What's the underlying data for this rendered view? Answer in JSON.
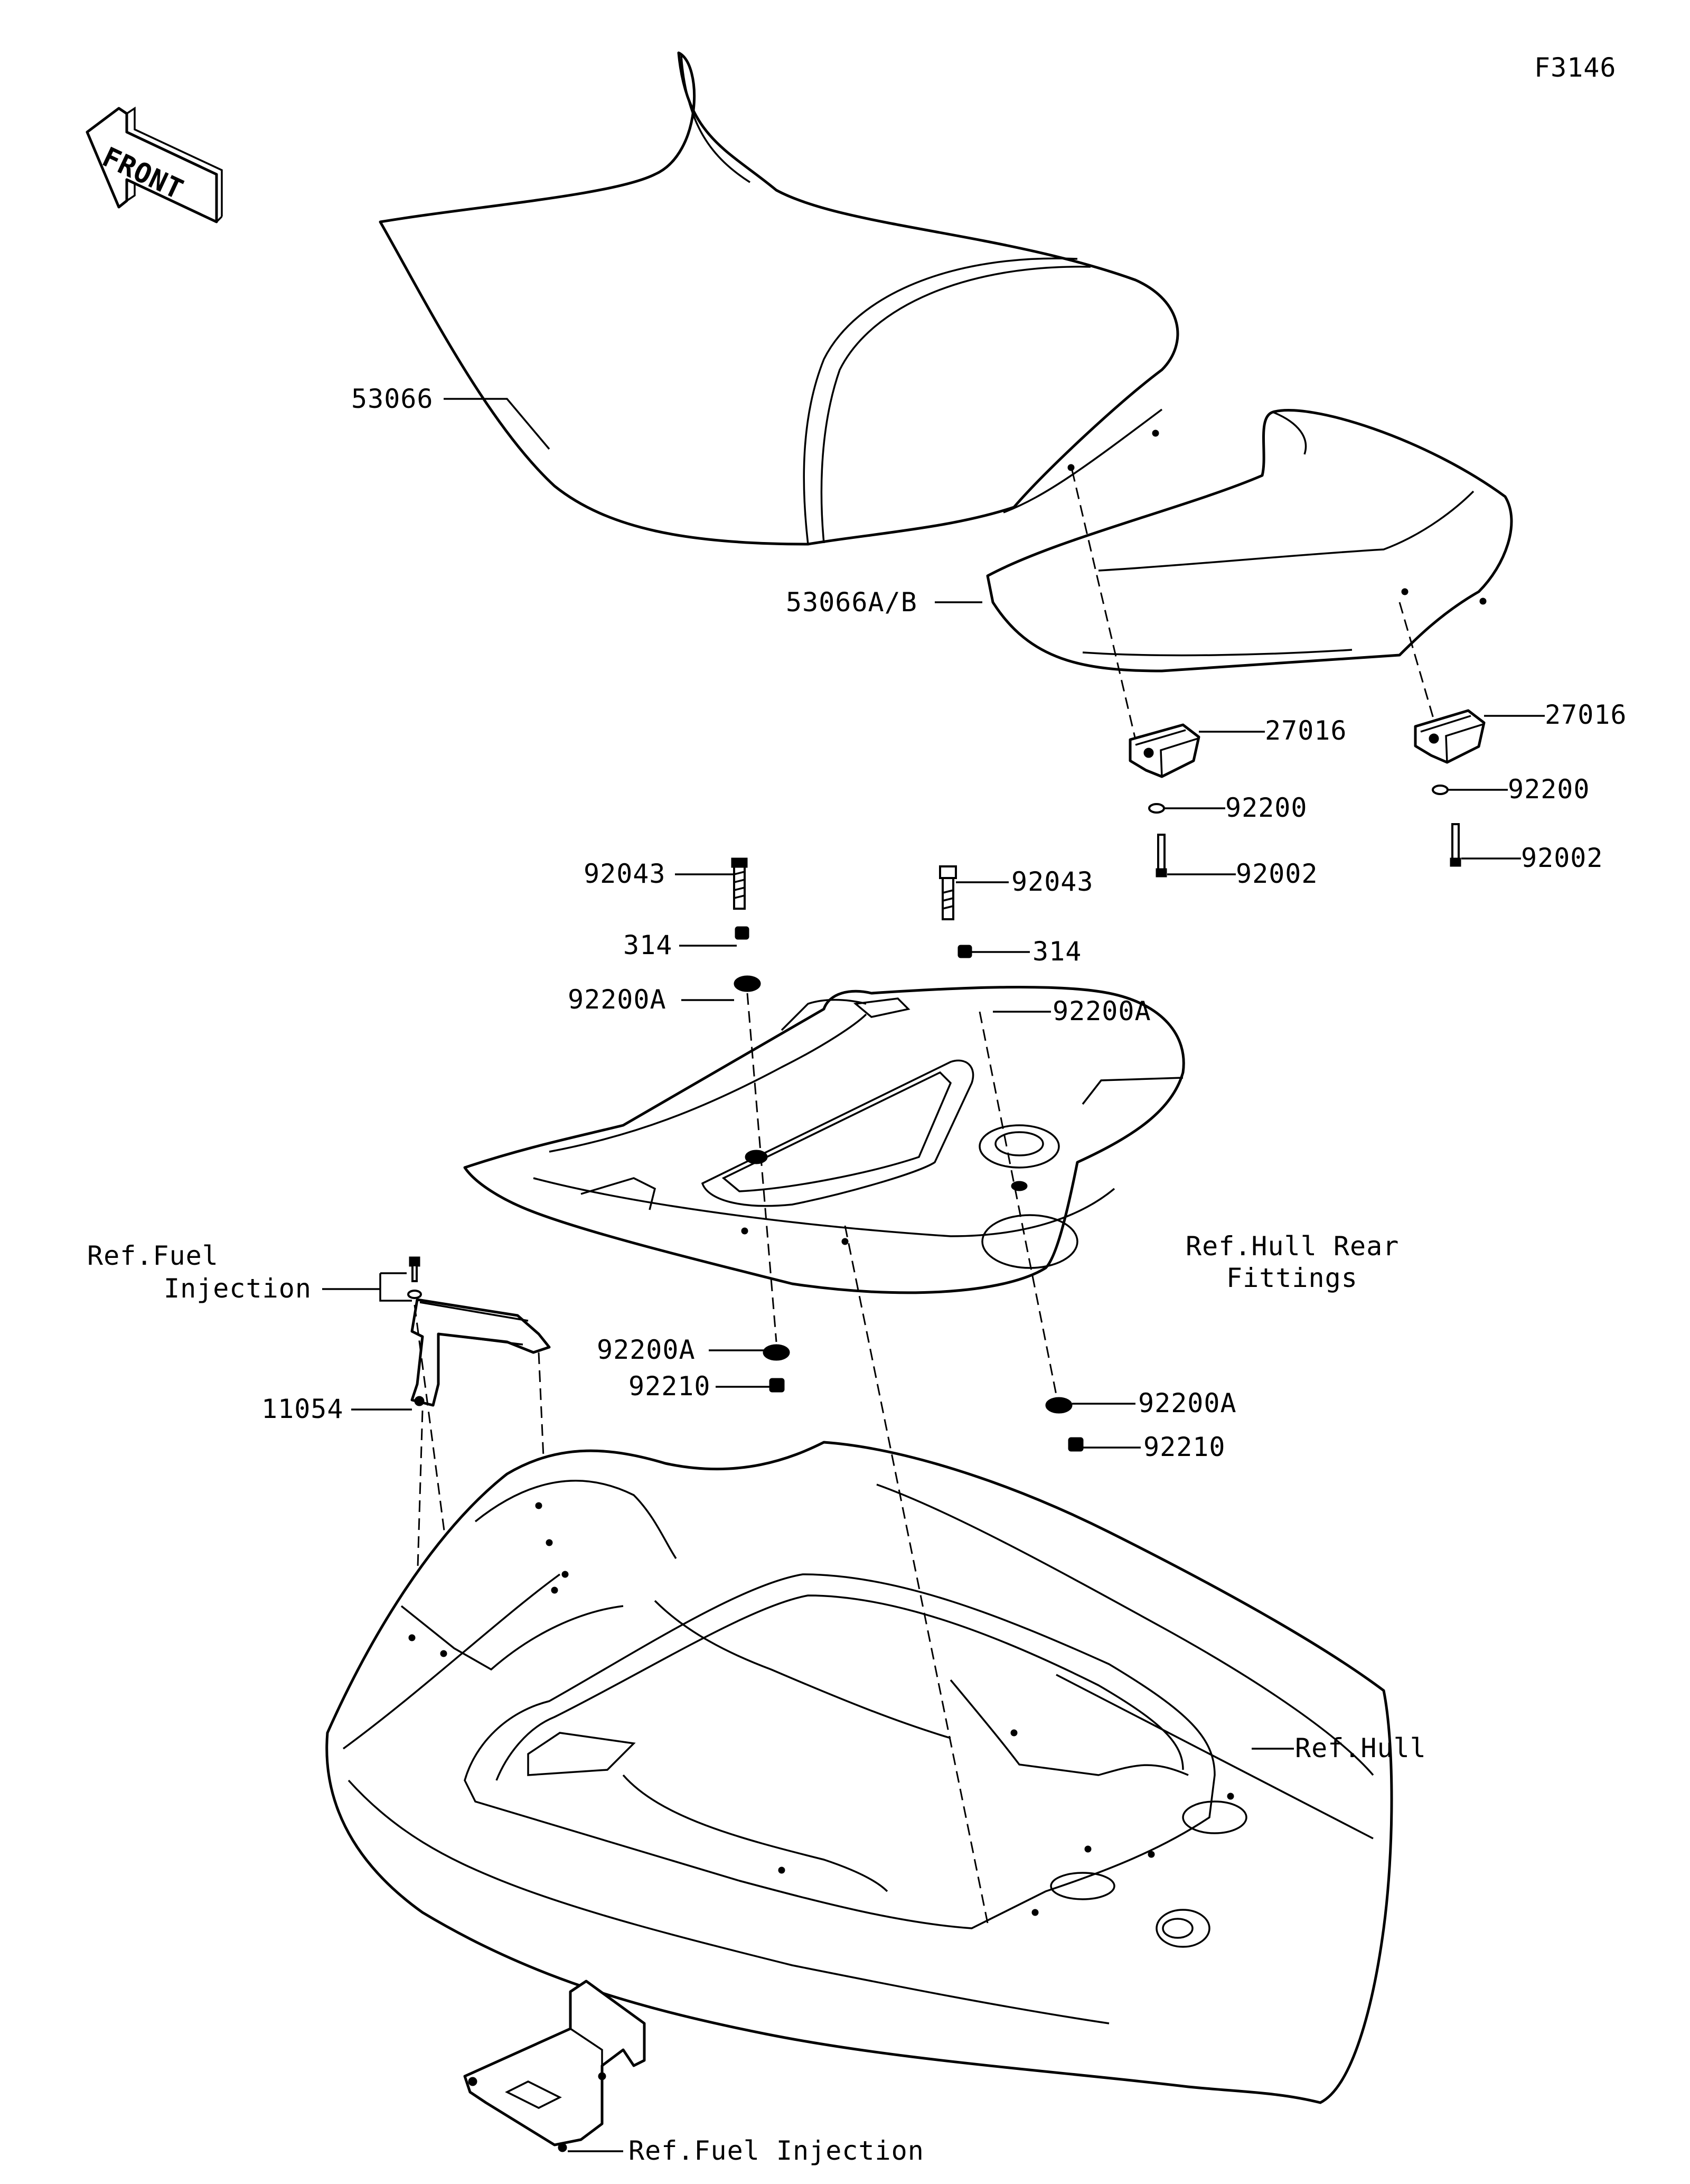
{
  "figure_code": "F3146",
  "front_label": "FRONT",
  "labels": {
    "seat": "53066",
    "seat_rear": "53066A/B",
    "cover_left": "27016",
    "cover_right": "27016",
    "washer_left": "92200",
    "washer_right": "92200",
    "bolt_left": "92002",
    "bolt_right": "92002",
    "stud_left": "92043",
    "stud_right": "92043",
    "nut_left": "314",
    "nut_right": "314",
    "washerA_upper_left": "92200A",
    "washerA_upper_right": "92200A",
    "washerA_lower_left": "92200A",
    "washerA_lower_right": "92200A",
    "locknut_left": "92210",
    "locknut_right": "92210",
    "bracket": "11054",
    "ref_fuel_top_1": "Ref.Fuel",
    "ref_fuel_top_2": "Injection",
    "ref_hull_rear_1": "Ref.Hull Rear",
    "ref_hull_rear_2": "Fittings",
    "ref_hull": "Ref.Hull",
    "ref_fuel_bottom": "Ref.Fuel Injection"
  },
  "colors": {
    "line": "#000000",
    "background": "#ffffff"
  }
}
